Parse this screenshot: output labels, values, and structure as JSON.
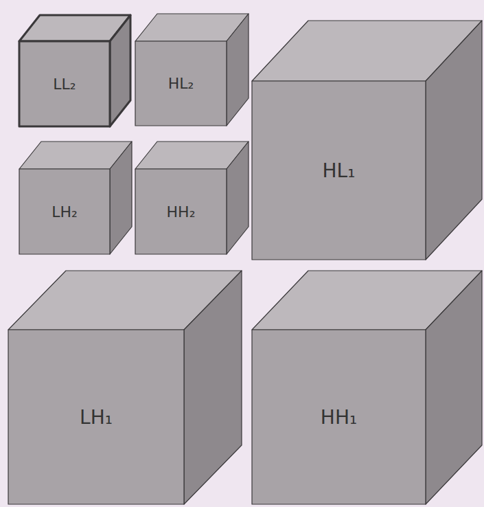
{
  "diagram": {
    "nodes": [
      {
        "text": [
          "LL₂"
        ]
      },
      {
        "text": [
          "HL₂"
        ]
      },
      {
        "text": [
          "HL₁"
        ]
      },
      {
        "text": [
          "LH₂"
        ]
      },
      {
        "text": [
          "HH₂"
        ]
      },
      {
        "text": [
          "LH₁"
        ]
      },
      {
        "text": [
          "HH₁"
        ]
      }
    ]
  }
}
